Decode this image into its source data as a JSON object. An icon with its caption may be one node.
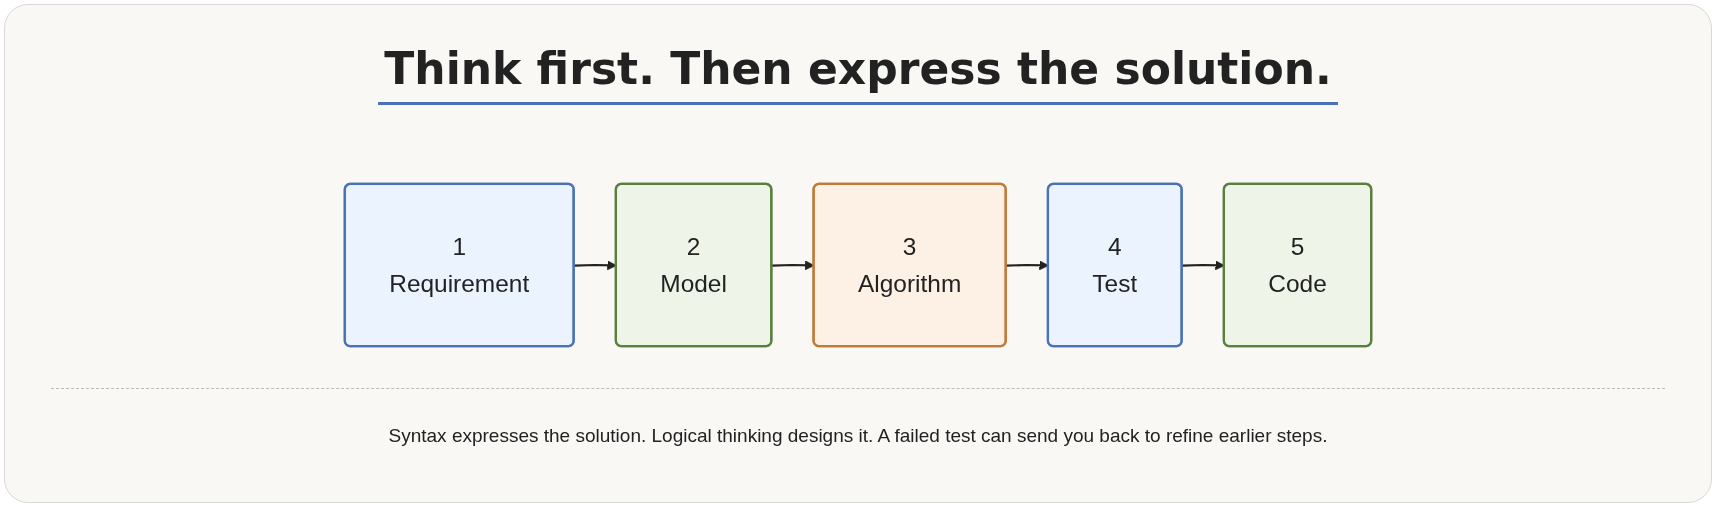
{
  "diagram": {
    "title": "Think first. Then express the solution.",
    "nodes": [
      {
        "text": [
          "1",
          "Requirement"
        ]
      },
      {
        "text": [
          "2",
          "Model"
        ]
      },
      {
        "text": [
          "3",
          "Algorithm"
        ]
      },
      {
        "text": [
          "4",
          "Test"
        ]
      },
      {
        "text": [
          "5",
          "Code"
        ]
      }
    ],
    "edges": [
      {
        "from": 0,
        "to": 1,
        "arrow": "to"
      },
      {
        "from": 1,
        "to": 2,
        "arrow": "to"
      },
      {
        "from": 2,
        "to": 3,
        "arrow": "to"
      },
      {
        "from": 3,
        "to": 4,
        "arrow": "to"
      }
    ],
    "caption": "Syntax expresses the solution. Logical thinking designs it. A failed test can send you back to refine earlier steps."
  }
}
